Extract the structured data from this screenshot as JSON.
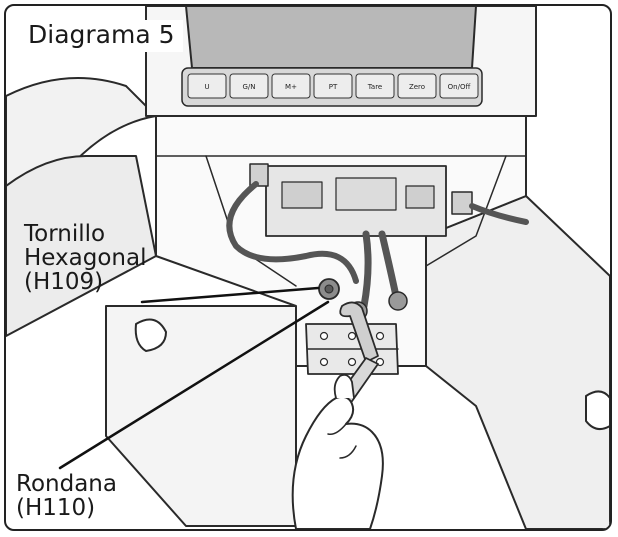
{
  "diagram": {
    "title": "Diagrama 5",
    "keypad_keys": [
      "U",
      "G/N",
      "M+",
      "PT",
      "Tare",
      "Zero",
      "On/Off"
    ],
    "callouts": [
      {
        "id": "screw",
        "lines": [
          "Tornillo",
          "Hexagonal",
          "(H109)"
        ]
      },
      {
        "id": "washer",
        "lines": [
          "Rondana",
          "(H110)"
        ]
      }
    ]
  }
}
